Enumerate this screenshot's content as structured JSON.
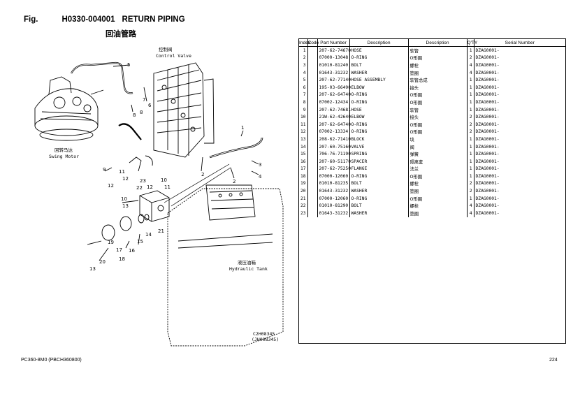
{
  "header": {
    "fig_label": "Fig.",
    "fig_code": "H0330-004001",
    "title": "RETURN PIPING",
    "subtitle": "回油管路"
  },
  "diagram_labels": {
    "control_valve_cn": "控制阀",
    "control_valve_en": "Control Valve",
    "swing_motor_cn": "回转马达",
    "swing_motor_en": "Swing Motor",
    "hyd_tank_cn": "液压油箱",
    "hyd_tank_en": "Hydraulic Tank",
    "drawing_no_1": "C2H08345",
    "drawing_no_2": "(JH008345)"
  },
  "table": {
    "columns": [
      "Index",
      "Code",
      "Part Number",
      "Description",
      "Description",
      "Q'TY",
      "Serial Number"
    ],
    "rows": [
      [
        "1",
        "",
        "207-62-74670",
        "HOSE",
        "软管",
        "1",
        "DZAG0001-"
      ],
      [
        "2",
        "",
        "07000-13048",
        "O-RING",
        "O形圈",
        "2",
        "DZAG0001-"
      ],
      [
        "3",
        "",
        "01010-81240",
        "BOLT",
        "螺栓",
        "4",
        "DZAG0001-"
      ],
      [
        "4",
        "",
        "01643-31232",
        "WASHER",
        "垫圈",
        "4",
        "DZAG0001-"
      ],
      [
        "5",
        "",
        "207-62-77140",
        "HOSE ASSEMBLY",
        "软管总成",
        "1",
        "DZAG0001-"
      ],
      [
        "6",
        "",
        "195-03-66490",
        "ELBOW",
        "接头",
        "1",
        "DZAG0001-"
      ],
      [
        "7",
        "",
        "207-62-64740",
        "O-RING",
        "O形圈",
        "1",
        "DZAG0001-"
      ],
      [
        "8",
        "",
        "07002-12434",
        "O-RING",
        "O形圈",
        "1",
        "DZAG0001-"
      ],
      [
        "9",
        "",
        "207-62-74681",
        "HOSE",
        "软管",
        "1",
        "DZAG0001-"
      ],
      [
        "10",
        "",
        "21W-62-42640",
        "ELBOW",
        "接头",
        "2",
        "DZAG0001-"
      ],
      [
        "11",
        "",
        "207-62-64740",
        "O-RING",
        "O形圈",
        "2",
        "DZAG0001-"
      ],
      [
        "12",
        "",
        "07002-13334",
        "O-RING",
        "O形圈",
        "2",
        "DZAG0001-"
      ],
      [
        "13",
        "",
        "208-62-71410",
        "BLOCK",
        "块",
        "1",
        "DZAG0001-"
      ],
      [
        "14",
        "",
        "207-60-75160",
        "VALVE",
        "阀",
        "1",
        "DZAG0001-"
      ],
      [
        "15",
        "",
        "706-76-71190",
        "SPRING",
        "弹簧",
        "1",
        "DZAG0001-"
      ],
      [
        "16",
        "",
        "207-60-51170",
        "SPACER",
        "隔离套",
        "1",
        "DZAG0001-"
      ],
      [
        "17",
        "",
        "207-62-75250",
        "FLANGE",
        "法兰",
        "1",
        "DZAG0001-"
      ],
      [
        "18",
        "",
        "07000-12060",
        "O-RING",
        "O形圈",
        "1",
        "DZAG0001-"
      ],
      [
        "19",
        "",
        "01010-81235",
        "BOLT",
        "螺栓",
        "2",
        "DZAG0001-"
      ],
      [
        "20",
        "",
        "01643-31232",
        "WASHER",
        "垫圈",
        "2",
        "DZAG0001-"
      ],
      [
        "21",
        "",
        "07000-12060",
        "O-RING",
        "O形圈",
        "1",
        "DZAG0001-"
      ],
      [
        "22",
        "",
        "01010-81290",
        "BOLT",
        "螺栓",
        "4",
        "DZAG0001-"
      ],
      [
        "23",
        "",
        "01643-31232",
        "WASHER",
        "垫圈",
        "4",
        "DZAG0001-"
      ]
    ]
  },
  "footer": {
    "model": "PC360-8M0  (PBCH360800)",
    "page": "224"
  }
}
